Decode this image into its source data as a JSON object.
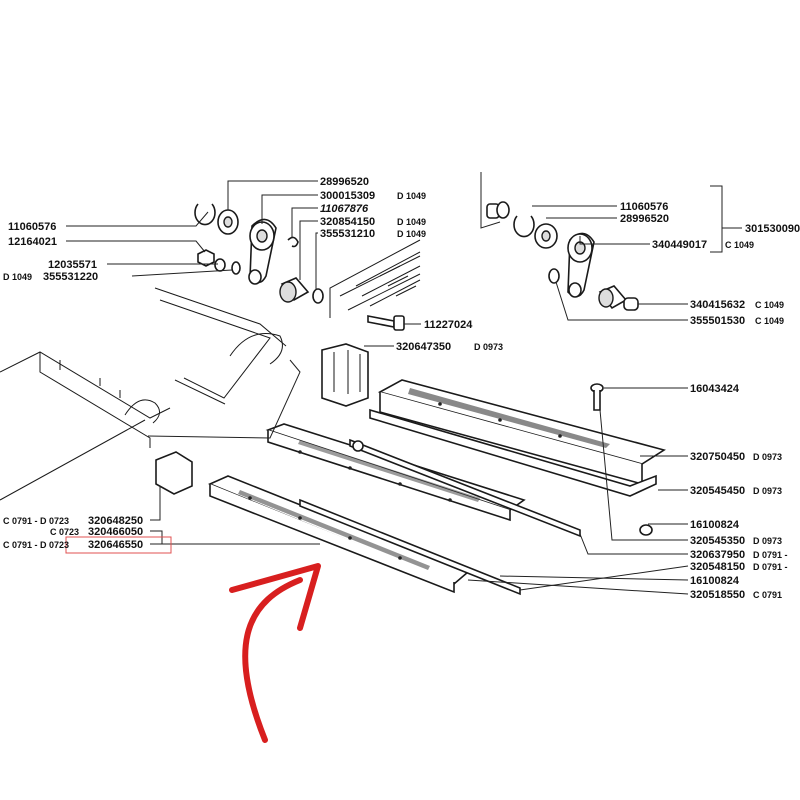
{
  "labels": {
    "l1": "28996520",
    "l2": "300015309",
    "l2c": "D 1049",
    "l3": "11067876",
    "l4": "320854150",
    "l4c": "D 1049",
    "l5": "355531210",
    "l5c": "D 1049",
    "l6": "11060576",
    "l7": "12164021",
    "l8": "12035571",
    "l9c": "D 1049",
    "l9": "355531220",
    "l10": "11227024",
    "r1": "11060576",
    "r2": "28996520",
    "r3": "301530090",
    "r4": "340449017",
    "r4c": "C 1049",
    "r5": "340415632",
    "r5c": "C 1049",
    "r6": "355501530",
    "r6c": "C 1049",
    "m1": "320647350",
    "m1c": "D 0973",
    "p1": "16043424",
    "p2": "320750450",
    "p2c": "D 0973",
    "p3": "320545450",
    "p3c": "D 0973",
    "p4": "16100824",
    "p5": "320545350",
    "p5c": "D 0973",
    "p6": "320637950",
    "p6c": "D 0791 -",
    "p7": "320548150",
    "p7c": "D 0791 -",
    "p8": "16100824",
    "p9": "320518550",
    "p9c": "C 0791",
    "b1c": "C 0791 - D 0723",
    "b1": "320648250",
    "b2c": "C 0723",
    "b2": "320466050",
    "b3c": "C 0791 - D 0723",
    "b3": "320646550"
  },
  "colors": {
    "arrow": "#d81f1f",
    "highlight_box": "#e05050",
    "ink": "#1a1a1a"
  }
}
